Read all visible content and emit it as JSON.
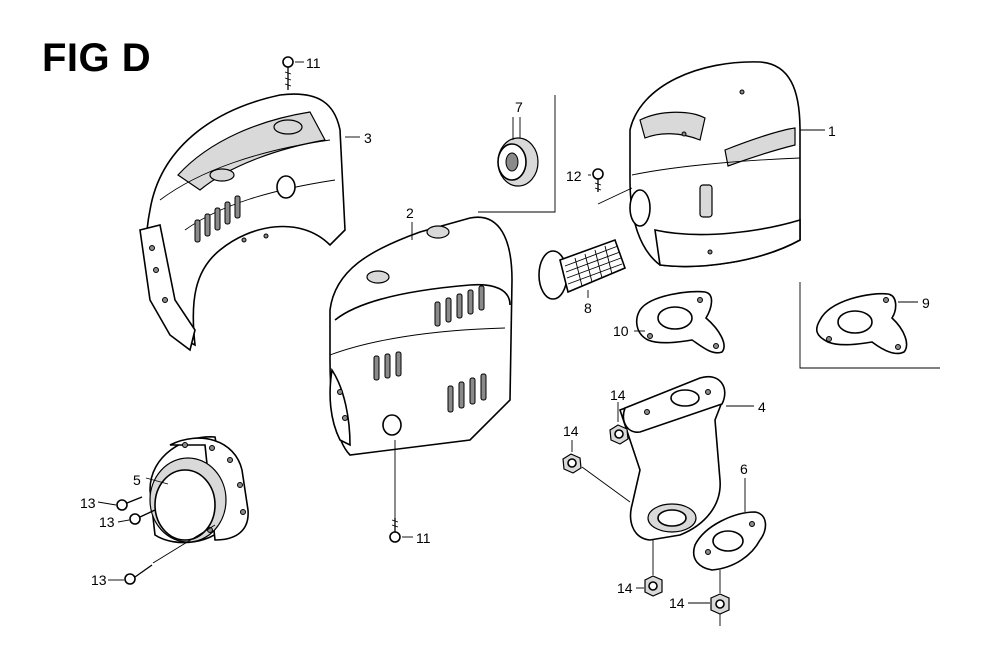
{
  "figure": {
    "title": "FIG D"
  },
  "callouts": {
    "p1": "1",
    "p2": "2",
    "p3": "3",
    "p4": "4",
    "p5": "5",
    "p6": "6",
    "p7": "7",
    "p8": "8",
    "p9": "9",
    "p10": "10",
    "p11_top": "11",
    "p11_bottom": "11",
    "p12": "12",
    "p13_a": "13",
    "p13_b": "13",
    "p13_c": "13",
    "p14_a": "14",
    "p14_b": "14",
    "p14_c": "14",
    "p14_d": "14"
  }
}
